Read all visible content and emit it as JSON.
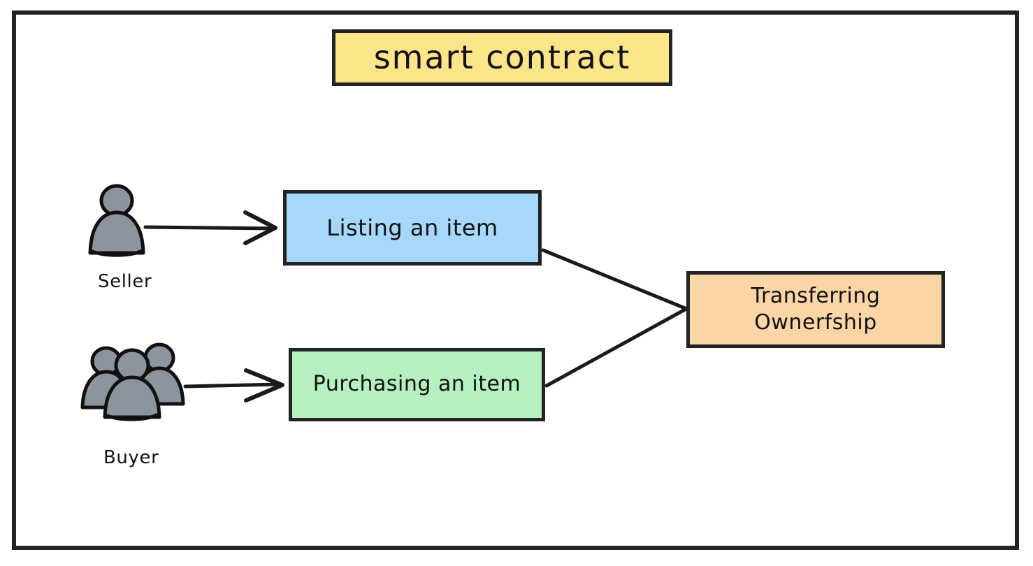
{
  "diagram": {
    "type": "flowchart",
    "title": "smart contract",
    "frame_color": "#232323",
    "background": "#ffffff",
    "nodes": [
      {
        "id": "title",
        "label": "smart contract",
        "fill": "#fae588",
        "border": "#232323",
        "shape": "rectangle"
      },
      {
        "id": "listing",
        "label": "Listing an item",
        "fill": "#a5d8fb",
        "border": "#232323",
        "shape": "rectangle"
      },
      {
        "id": "purchasing",
        "label": "Purchasing an item",
        "fill": "#b6f0c0",
        "border": "#232323",
        "shape": "rectangle"
      },
      {
        "id": "transferring",
        "label": "Transferring\nOwnerfship",
        "fill": "#fbd5a5",
        "border": "#232323",
        "shape": "rectangle"
      }
    ],
    "actors": [
      {
        "id": "seller",
        "caption": "Seller",
        "icon": "single-person-icon",
        "fill": "#8c959d",
        "stroke": "#111111",
        "count": 1
      },
      {
        "id": "buyer",
        "caption": "Buyer",
        "icon": "group-of-people-icon",
        "fill": "#8c959d",
        "stroke": "#111111",
        "count": 3
      }
    ],
    "edges": [
      {
        "id": "seller-to-listing",
        "from": "seller",
        "to": "listing",
        "arrow": "open-chevron",
        "style": "solid"
      },
      {
        "id": "buyer-to-purchasing",
        "from": "buyer",
        "to": "purchasing",
        "arrow": "open-chevron",
        "style": "solid"
      },
      {
        "id": "listing-to-transferring",
        "from": "listing",
        "to": "transferring",
        "arrow": "none",
        "style": "solid"
      },
      {
        "id": "purchasing-to-transferring",
        "from": "purchasing",
        "to": "transferring",
        "arrow": "none",
        "style": "solid"
      }
    ]
  }
}
